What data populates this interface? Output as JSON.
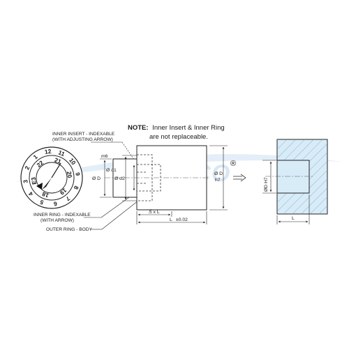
{
  "watermark": {
    "text": "DIMCO",
    "reg_mark": "®",
    "color": "#d9e7f5"
  },
  "note": {
    "prefix": "NOTE:",
    "line1": "Inner Insert & Inner Ring",
    "line2": "are not replaceable."
  },
  "callouts": {
    "inner_insert_line1": "INNER INSERT - INDEXABLE",
    "inner_insert_line2": "(WITH ADJUSTING ARROW)",
    "inner_ring_line1": "INNER RING - INDEXABLE",
    "inner_ring_line2": "(WITH ARROW)",
    "outer_ring": "OUTER RING - BODY"
  },
  "dial": {
    "outer_numbers": [
      "12",
      "11",
      "10",
      "9",
      "8",
      "7",
      "6",
      "5",
      "4",
      "3",
      "2",
      "1"
    ],
    "inner_numbers": [
      "21",
      "20",
      "19",
      "18",
      "E3",
      "22"
    ]
  },
  "side_view": {
    "dia_D_left": "Ø D",
    "tol_m6": "m6",
    "dia_d1": "Ø d1",
    "dia_d2": "Ø d2",
    "dia_D_right": "Ø D",
    "tol_h7": "h7",
    "len_half": ".5 x L",
    "len_L": "L",
    "len_tol": "±0.02"
  },
  "bore_view": {
    "dia_label": "ØD H7",
    "len_L": "L",
    "fill_color": "#d8ecf8",
    "hatch_color": "#7aa0c4"
  }
}
